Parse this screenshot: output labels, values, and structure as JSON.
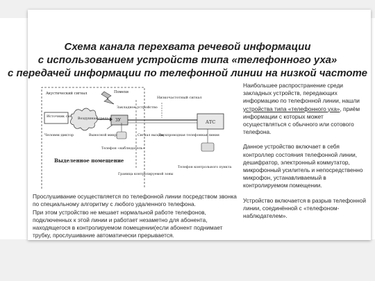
{
  "title": {
    "line1": "Схема канала перехвата речевой информации",
    "line2": "с использованием устройств типа «телефонного уха»",
    "line3": "с передачей информации по телефонной линии на низкой частоте"
  },
  "diagram": {
    "acoustic_signal": "Акустический сигнал",
    "source": "Источник сигнала",
    "human_speaker": "Человек-диктор",
    "air_medium": "Воздушная среда",
    "interference": "Помехи",
    "embedded_device": "Закладное устройство",
    "zu": "ЗУ",
    "microphone": "Выносной микрофон",
    "call_signal": "Сигнал вызова",
    "phone_observer": "Телефон «наблюдатель»",
    "room_boundary": "Граница контролируемой зоны",
    "lf_signal": "Низкочастотный сигнал",
    "ats": "АТС",
    "duplex_line": "Двухпроводная телефонная линия",
    "control_point_phone": "Телефон контрольного пункта",
    "dedicated_room": "Выделенное помещение"
  },
  "right_text": {
    "p1_before": "Наибольшее распространение среди закладных устройств, передающих информацию по телефонной линии, нашли ",
    "p1_under": "устройства типа «телефонного уха»",
    "p1_after": ", приём информации с которых может осуществляться с обычного или сотового телефона.",
    "p2": "Данное устройство включает в себя контроллер состояния телефонной линии, дешифратор, электронный коммутатор, микрофонный усилитель и непосредственно микрофон, устанавливаемый в контролируемом помещении.",
    "p3": "Устройство включается в разрыв телефонной линии, соединённой с «телефоном-наблюдателем»."
  },
  "bottom_text": {
    "line1": "Прослушивание осуществляется по телефонной линии посредством звонка по специальному алгоритму с любого удаленного телефона.",
    "line2": "При этом устройство не мешает нормальной работе телефонов, подключенных к этой линии и работает незаметно для абонента, находящегося в контролируемом помещении(если абонент поднимает трубку, прослушивание автоматически прерывается."
  },
  "colors": {
    "background": "#ffffff",
    "band": "#f0f0f0",
    "text": "#2a2a2a",
    "diagram_line": "#333333"
  }
}
